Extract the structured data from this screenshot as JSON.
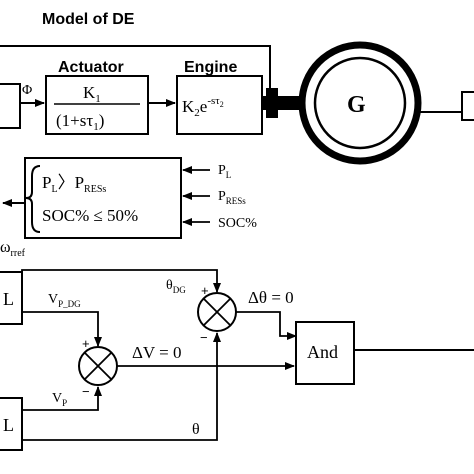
{
  "title": "Model of DE",
  "blocks": {
    "actuator": {
      "label": "Actuator",
      "numerator": "K",
      "num_sub": "1",
      "denominator": "(1+sτ",
      "den_sub": "1",
      "den_close": ")"
    },
    "engine": {
      "label": "Engine",
      "gain": "K",
      "gain_sub": "2",
      "exp_base": "e",
      "exp_power": "-sτ",
      "exp_sub": "2"
    },
    "generator": {
      "label": "G"
    },
    "condition": {
      "line1_a": "P",
      "line1_a_sub": "L",
      "line1_op": "〉",
      "line1_b": "P",
      "line1_b_sub": "RESs",
      "line2": "SOC% ≤ 50%"
    },
    "and_gate": {
      "label": "And"
    },
    "left_top": {
      "label": "L"
    },
    "left_bottom": {
      "label": "L"
    }
  },
  "signals": {
    "phi": "Φ",
    "pl": "P",
    "pl_sub": "L",
    "pres": "P",
    "pres_sub": "RESs",
    "soc": "SOC%",
    "omega": "ω",
    "omega_sub": "rref",
    "theta_dg": "θ",
    "theta_dg_sub": "DG",
    "delta_theta": "Δθ = 0",
    "vp_dg": "V",
    "vp_dg_sub": "P_DG",
    "delta_v": "ΔV = 0",
    "vp": "V",
    "vp_sub": "P",
    "theta": "θ",
    "sum_plus": "+",
    "sum_minus": "−"
  }
}
